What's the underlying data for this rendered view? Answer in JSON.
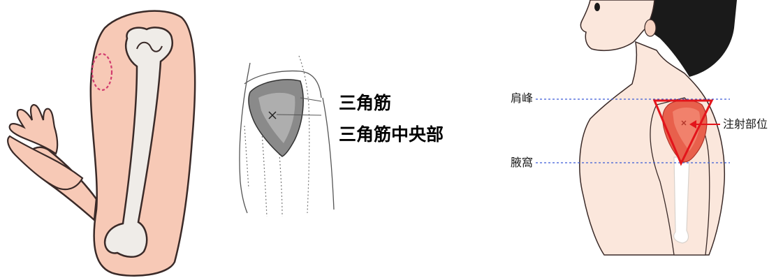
{
  "deltoid_panel": {
    "label_muscle": "三角筋",
    "label_center": "三角筋中央部"
  },
  "child_panel": {
    "label_acromion": "肩峰",
    "label_axilla": "腋窩",
    "label_injection_site": "注射部位"
  },
  "colors": {
    "skin": "#f7c9b6",
    "bone": "#efece8",
    "outline": "#3a2a28",
    "dashed_circle": "#d23c6e",
    "guide_line": "#3b5bd6",
    "injection_triangle": "#e3141b",
    "muscle": "#e8604c"
  }
}
